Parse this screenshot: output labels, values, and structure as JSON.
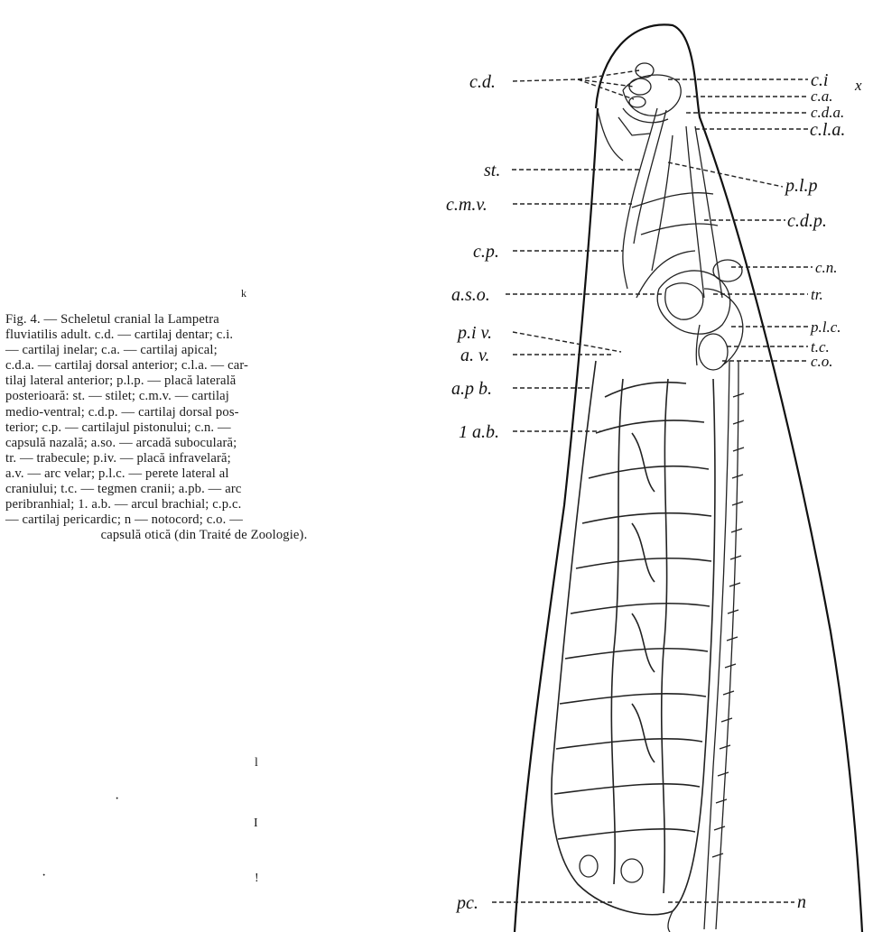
{
  "caption": {
    "lines": [
      "Fig. 4. — Scheletul cranial la Lampetra",
      "fluviatilis adult. c.d. — cartilaj dentar; c.i.",
      "— cartilaj inelar; c.a. — cartilaj apical;",
      "c.d.a. — cartilaj dorsal anterior; c.l.a. — car-",
      "tilaj lateral anterior; p.l.p. — placă laterală",
      "posterioară: st. — stilet; c.m.v. — cartilaj",
      "medio-ventral; c.d.p. — cartilaj dorsal pos-",
      "terior; c.p. — cartilajul pistonului; c.n. —",
      "capsulă nazală; a.so. — arcadă suboculară;",
      "tr. — trabecule; p.iv. — placă infravelară;",
      "a.v. — arc velar; p.l.c. — perete lateral al",
      "craniului; t.c. — tegmen cranii; a.pb. — arc",
      "peribranhial; 1. a.b. — arcul brachial; c.p.c.",
      "— cartilaj pericardic; n — notocord; c.o. —",
      "capsulă otică (din Traité de Zoologie)."
    ]
  },
  "figure": {
    "left_labels": {
      "cd": "c.d.",
      "st": "st.",
      "cmv": "c.m.v.",
      "cp": "c.p.",
      "aso": "a.s.o.",
      "piv": "p.i v.",
      "av": "a. v.",
      "apb": "a.p b.",
      "lab": "1 a.b.",
      "pc": "pc."
    },
    "right_labels": {
      "ci": "c.i",
      "x": "x",
      "ca": "c.a.",
      "cda": "c.d.a.",
      "cla": "c.l.a.",
      "plp": "p.l.p",
      "cdp": "c.d.p.",
      "cn": "c.n.",
      "tr": "tr.",
      "plc": "p.l.c.",
      "tc": "t.c.",
      "co": "c.o.",
      "n": "n"
    }
  },
  "marks": {
    "small_k": "k",
    "i1": "l",
    "i2": "I",
    "i3": "!"
  }
}
